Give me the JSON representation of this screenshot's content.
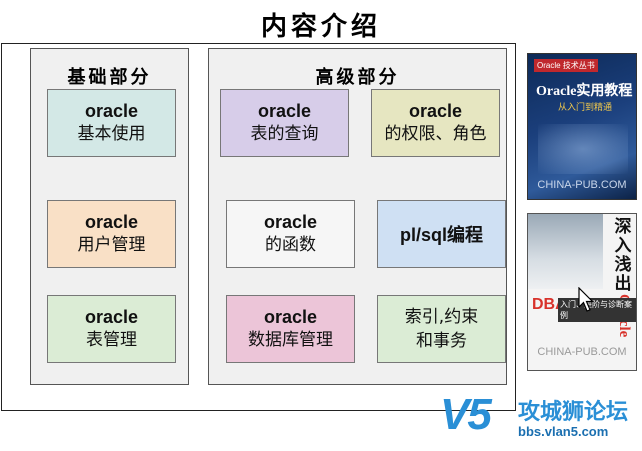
{
  "title": "内容介绍",
  "basic": {
    "heading": "基础部分",
    "items": [
      {
        "line1": "oracle",
        "line2": "基本使用"
      },
      {
        "line1": "oracle",
        "line2": "用户管理"
      },
      {
        "line1": "oracle",
        "line2": "表管理"
      }
    ]
  },
  "advanced": {
    "heading": "高级部分",
    "items": [
      {
        "line1": "oracle",
        "line2": "表的查询"
      },
      {
        "line1": "oracle",
        "line2": "的权限、角色"
      },
      {
        "line1": "oracle",
        "line2": "的函数"
      },
      {
        "line1": "pl/sql编程"
      },
      {
        "line1": "oracle",
        "line2": "数据库管理"
      },
      {
        "line1": "索引,约束",
        "line2": "和事务"
      }
    ]
  },
  "books": {
    "book1": {
      "series": "Oracle 技术丛书",
      "title": "Oracle实用教程",
      "subtitle": "从入门到精通",
      "publisher": "CHINA-PUB.COM"
    },
    "book2": {
      "title": "深入浅出",
      "title_en": "Oracle",
      "label": "DBA",
      "subtitle": "入门、进阶与诊断案例",
      "publisher": "CHINA-PUB.COM"
    }
  },
  "watermark": {
    "logo": "V5",
    "name": "攻城狮论坛",
    "url": "bbs.vlan5.com"
  },
  "colors": {
    "teal": "#d3e8e6",
    "orange": "#f9e0c6",
    "green": "#dbecd5",
    "purple": "#d7cde9",
    "olive": "#e6e6c1",
    "white": "#f6f6f6",
    "blue": "#cfe0f3",
    "pink": "#ecc5d8",
    "watermark": "#2a8fd6"
  }
}
